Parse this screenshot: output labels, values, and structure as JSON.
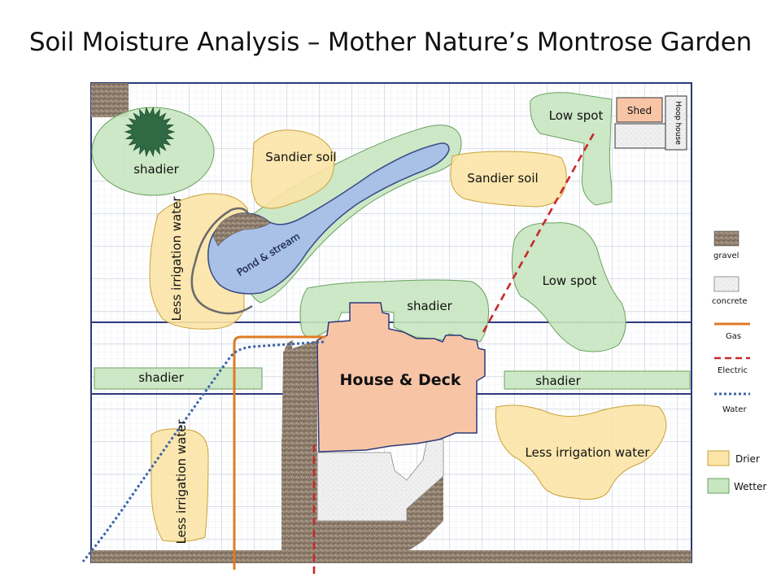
{
  "title": "Soil Moisture Analysis – Mother Nature’s Montrose Garden",
  "colors": {
    "drier": "#fbe4a6",
    "drier_border": "#c9a23a",
    "wetter": "#c8e6c0",
    "wetter_border": "#6aa260",
    "house": "#f7c5a6",
    "pond": "#a9c1e6",
    "gravel": "#9b8b7a",
    "concrete": "#ececec",
    "gas": "#e07b25",
    "electric": "#c8282a",
    "water": "#3c64a8",
    "grid": "#c9cfdb",
    "frame": "#2d3a7a"
  },
  "areas": {
    "shadier_topleft": "shadier",
    "sandier_1": "Sandier soil",
    "sandier_2": "Sandier soil",
    "low_spot_1": "Low spot",
    "low_spot_2": "Low spot",
    "shed": "Shed",
    "hoop_house": "Hoop house",
    "less_irrigation_left": "Less irrigation water",
    "pond": "Pond & stream",
    "shadier_house": "shadier",
    "shadier_left_strip": "shadier",
    "shadier_right_strip": "shadier",
    "house": "House & Deck",
    "less_irrigation_bottomleft": "Less irrigation water",
    "less_irrigation_right": "Less irrigation water"
  },
  "legend": {
    "gravel": "gravel",
    "concrete": "concrete",
    "gas": "Gas",
    "electric": "Electric",
    "water": "Water",
    "drier": "Drier",
    "wetter": "Wetter"
  }
}
